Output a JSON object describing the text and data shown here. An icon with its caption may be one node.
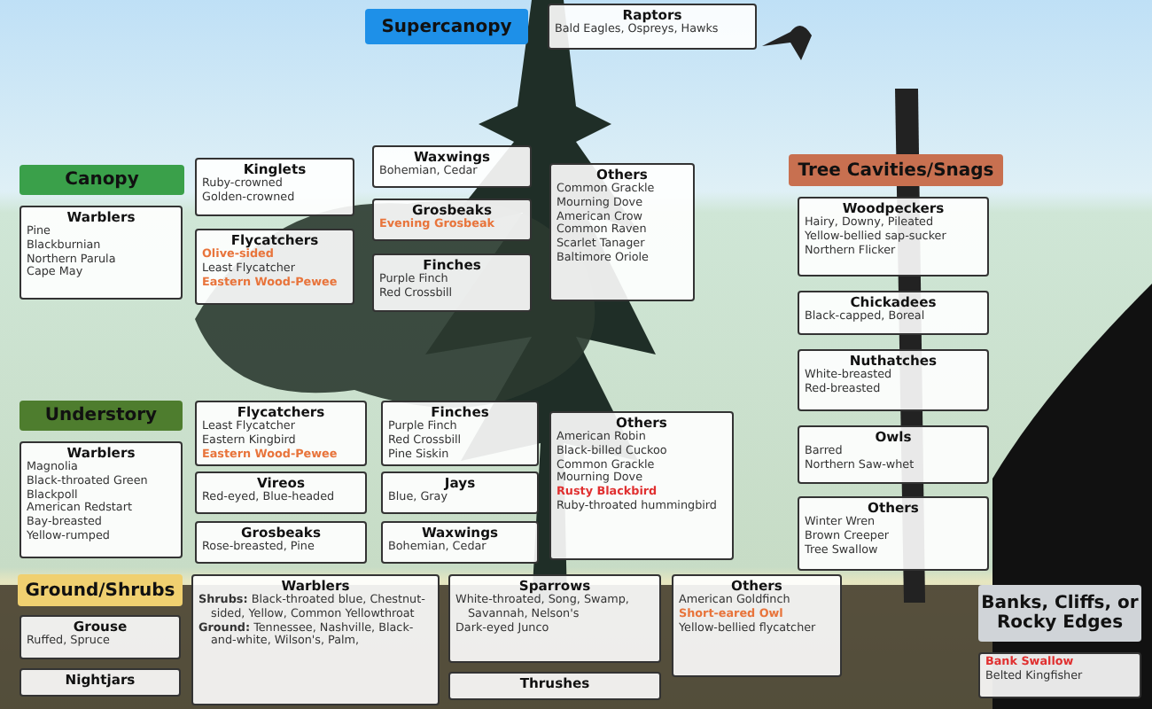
{
  "diagram": {
    "nodes": [
      {
        "text": [
          "Supercanopy"
        ]
      },
      {
        "text": [
          "Raptors",
          "Bald Eagles, Ospreys, Hawks"
        ]
      },
      {
        "text": [
          "Canopy"
        ]
      },
      {
        "text": [
          "Warblers",
          "Pine",
          "Blackburnian",
          "Northern Parula",
          "Cape May"
        ]
      },
      {
        "text": [
          "Kinglets",
          "Ruby-crowned",
          "Golden-crowned"
        ]
      },
      {
        "text": [
          "Flycatchers",
          "Olive-sided",
          "Least Flycatcher",
          "Eastern Wood-Pewee"
        ]
      },
      {
        "text": [
          "Waxwings",
          "Bohemian, Cedar"
        ]
      },
      {
        "text": [
          "Grosbeaks",
          "Evening Grosbeak"
        ]
      },
      {
        "text": [
          "Finches",
          "Purple Finch",
          "Red Crossbill"
        ]
      },
      {
        "text": [
          "Others",
          "Common Grackle",
          "Mourning Dove",
          "American Crow",
          "Common Raven",
          "Scarlet Tanager",
          "Baltimore Oriole"
        ]
      },
      {
        "text": [
          "Tree Cavities/Snags"
        ]
      },
      {
        "text": [
          "Woodpeckers",
          "Hairy, Downy, Pileated",
          "Yellow-bellied sap-sucker",
          "Northern Flicker"
        ]
      },
      {
        "text": [
          "Chickadees",
          "Black-capped, Boreal"
        ]
      },
      {
        "text": [
          "Nuthatches",
          "White-breasted",
          "Red-breasted"
        ]
      },
      {
        "text": [
          "Understory"
        ]
      },
      {
        "text": [
          "Warblers",
          "Magnolia",
          "Black-throated Green",
          "Blackpoll",
          "American Redstart",
          "Bay-breasted",
          "Yellow-rumped"
        ]
      },
      {
        "text": [
          "Flycatchers",
          "Least Flycatcher",
          "Eastern Kingbird",
          "Eastern Wood-Pewee"
        ]
      },
      {
        "text": [
          "Vireos",
          "Red-eyed, Blue-headed"
        ]
      },
      {
        "text": [
          "Grosbeaks",
          "Rose-breasted, Pine"
        ]
      },
      {
        "text": [
          "Finches",
          "Purple Finch",
          "Red Crossbill",
          "Pine Siskin"
        ]
      },
      {
        "text": [
          "Jays",
          "Blue, Gray"
        ]
      },
      {
        "text": [
          "Waxwings",
          "Bohemian, Cedar"
        ]
      },
      {
        "text": [
          "Others",
          "American Robin",
          "Black-billed Cuckoo",
          "Common Grackle",
          "Mourning Dove",
          "Rusty Blackbird",
          "Ruby-throated hummingbird"
        ]
      },
      {
        "text": [
          "Owls",
          "Barred",
          "Northern Saw-whet"
        ]
      },
      {
        "text": [
          "Others",
          "Winter Wren",
          "Brown Creeper",
          "Tree Swallow"
        ]
      },
      {
        "text": [
          "Ground/Shrubs"
        ]
      },
      {
        "text": [
          "Grouse",
          "Ruffed, Spruce"
        ]
      },
      {
        "text": [
          "Nightjars"
        ]
      },
      {
        "text": [
          "Warblers",
          "**Shrubs:** Black-throated blue, Chestnut-sided, Yellow, Common Yellowthroat",
          "**Ground:** Tennessee, Nashville, Black-and-white, Wilson's, Palm,"
        ]
      },
      {
        "text": [
          "Sparrows",
          "White-throated, Song, Swamp, Savannah, Nelson's",
          "Dark-eyed Junco"
        ]
      },
      {
        "text": [
          "Thrushes"
        ]
      },
      {
        "text": [
          "Others",
          "American Goldfinch",
          "Short-eared Owl",
          "Yellow-bellied flycatcher"
        ]
      },
      {
        "text": [
          "Banks, Cliffs, or Rocky Edges"
        ]
      },
      {
        "text": [
          "Bank Swallow",
          "Belted Kingfisher"
        ]
      }
    ]
  }
}
